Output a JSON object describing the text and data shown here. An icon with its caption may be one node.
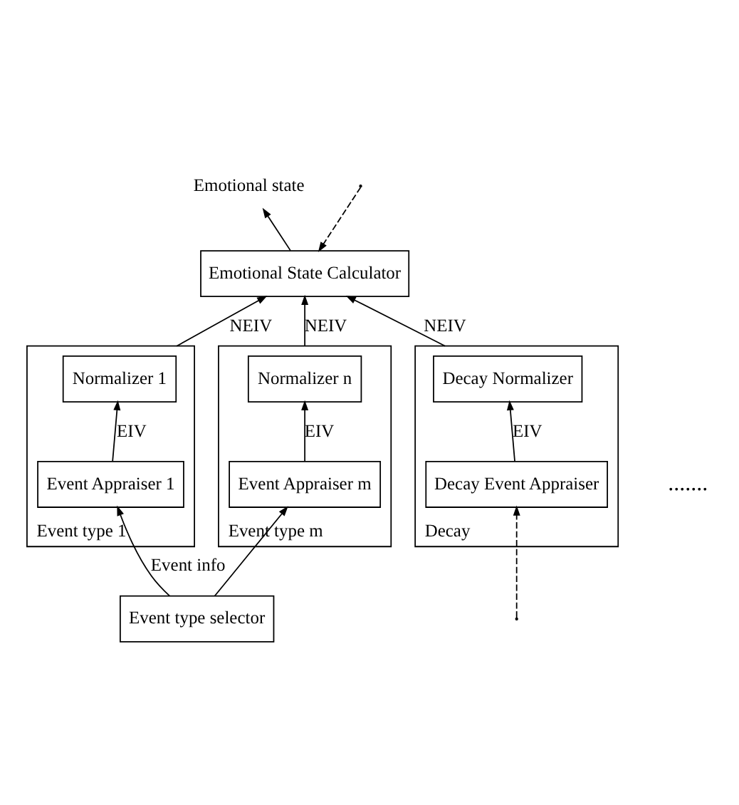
{
  "diagram": {
    "nodes": [
      {
        "text": [
          "Emotional State Calculator"
        ]
      },
      {
        "text": [
          "Event type 1"
        ]
      },
      {
        "text": [
          "Normalizer 1"
        ],
        "in": 1
      },
      {
        "text": [
          "Event Appraiser 1"
        ],
        "in": 1
      },
      {
        "text": [
          "Event type m"
        ]
      },
      {
        "text": [
          "Normalizer n"
        ],
        "in": 4
      },
      {
        "text": [
          "Event Appraiser m"
        ],
        "in": 4
      },
      {
        "text": [
          "Decay"
        ]
      },
      {
        "text": [
          "Decay Normalizer"
        ],
        "in": 7
      },
      {
        "text": [
          "Decay Event Appraiser"
        ],
        "in": 7
      },
      {
        "text": [
          "Event type selector"
        ]
      },
      {
        "text": [
          "Emotional state"
        ]
      }
    ],
    "edges": [
      {
        "from": 0,
        "to": 11,
        "arrow": "to"
      },
      {
        "from": null,
        "to": 0,
        "arrow": "to",
        "style": "dashed"
      },
      {
        "from": 1,
        "to": 0,
        "arrow": "to",
        "label": "NEIV"
      },
      {
        "from": 4,
        "to": 0,
        "arrow": "to",
        "label": "NEIV"
      },
      {
        "from": 7,
        "to": 0,
        "arrow": "to",
        "label": "NEIV"
      },
      {
        "from": 3,
        "to": 2,
        "arrow": "to",
        "label": "EIV"
      },
      {
        "from": 6,
        "to": 5,
        "arrow": "to",
        "label": "EIV"
      },
      {
        "from": 9,
        "to": 8,
        "arrow": "to",
        "label": "EIV"
      },
      {
        "from": 10,
        "to": 3,
        "arrow": "to",
        "label": "Event info"
      },
      {
        "from": 10,
        "to": 6,
        "arrow": "to"
      },
      {
        "from": null,
        "to": 9,
        "arrow": "to",
        "style": "dashed"
      }
    ],
    "labels": [
      "......."
    ]
  }
}
